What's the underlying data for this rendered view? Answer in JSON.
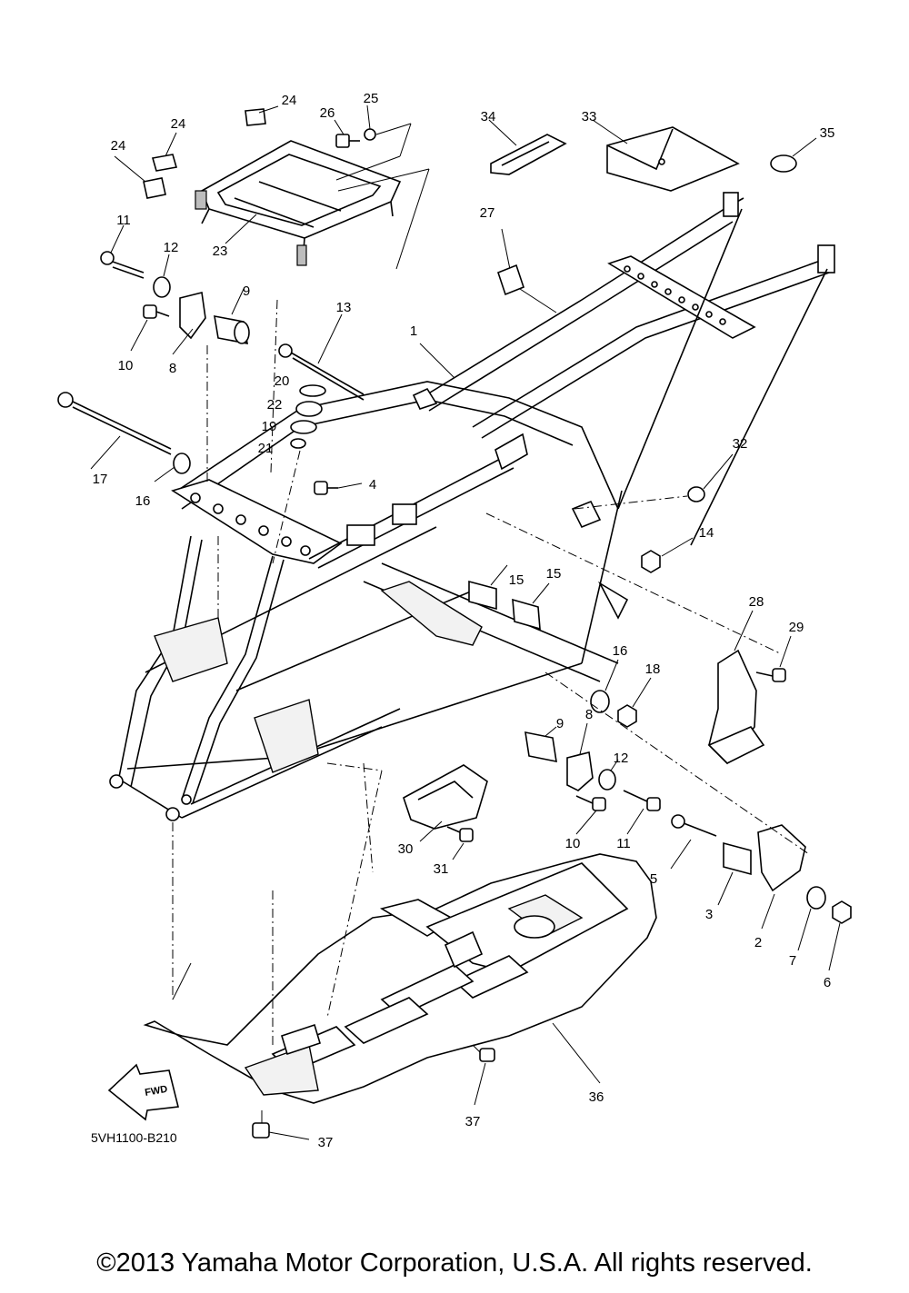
{
  "diagram_code": "5VH1100-B210",
  "fwd_label": "FWD",
  "copyright": "©2013 Yamaha Motor Corporation, U.S.A. All rights reserved.",
  "callouts": {
    "c24a": "24",
    "c24b": "24",
    "c24c": "24",
    "c25": "25",
    "c26": "26",
    "c23": "23",
    "c34": "34",
    "c33": "33",
    "c35": "35",
    "c27": "27",
    "c11a": "11",
    "c12a": "12",
    "c9a": "9",
    "c10a": "10",
    "c8a": "8",
    "c13": "13",
    "c1": "1",
    "c20": "20",
    "c22": "22",
    "c19": "19",
    "c21": "21",
    "c17": "17",
    "c16a": "16",
    "c4": "4",
    "c32": "32",
    "c14": "14",
    "c15a": "15",
    "c15b": "15",
    "c28": "28",
    "c29": "29",
    "c16b": "16",
    "c18": "18",
    "c9b": "9",
    "c8b": "8",
    "c12b": "12",
    "c10b": "10",
    "c11b": "11",
    "c30": "30",
    "c31": "31",
    "c5": "5",
    "c3": "3",
    "c2": "2",
    "c7": "7",
    "c6": "6",
    "c36": "36",
    "c37a": "37",
    "c37b": "37"
  }
}
